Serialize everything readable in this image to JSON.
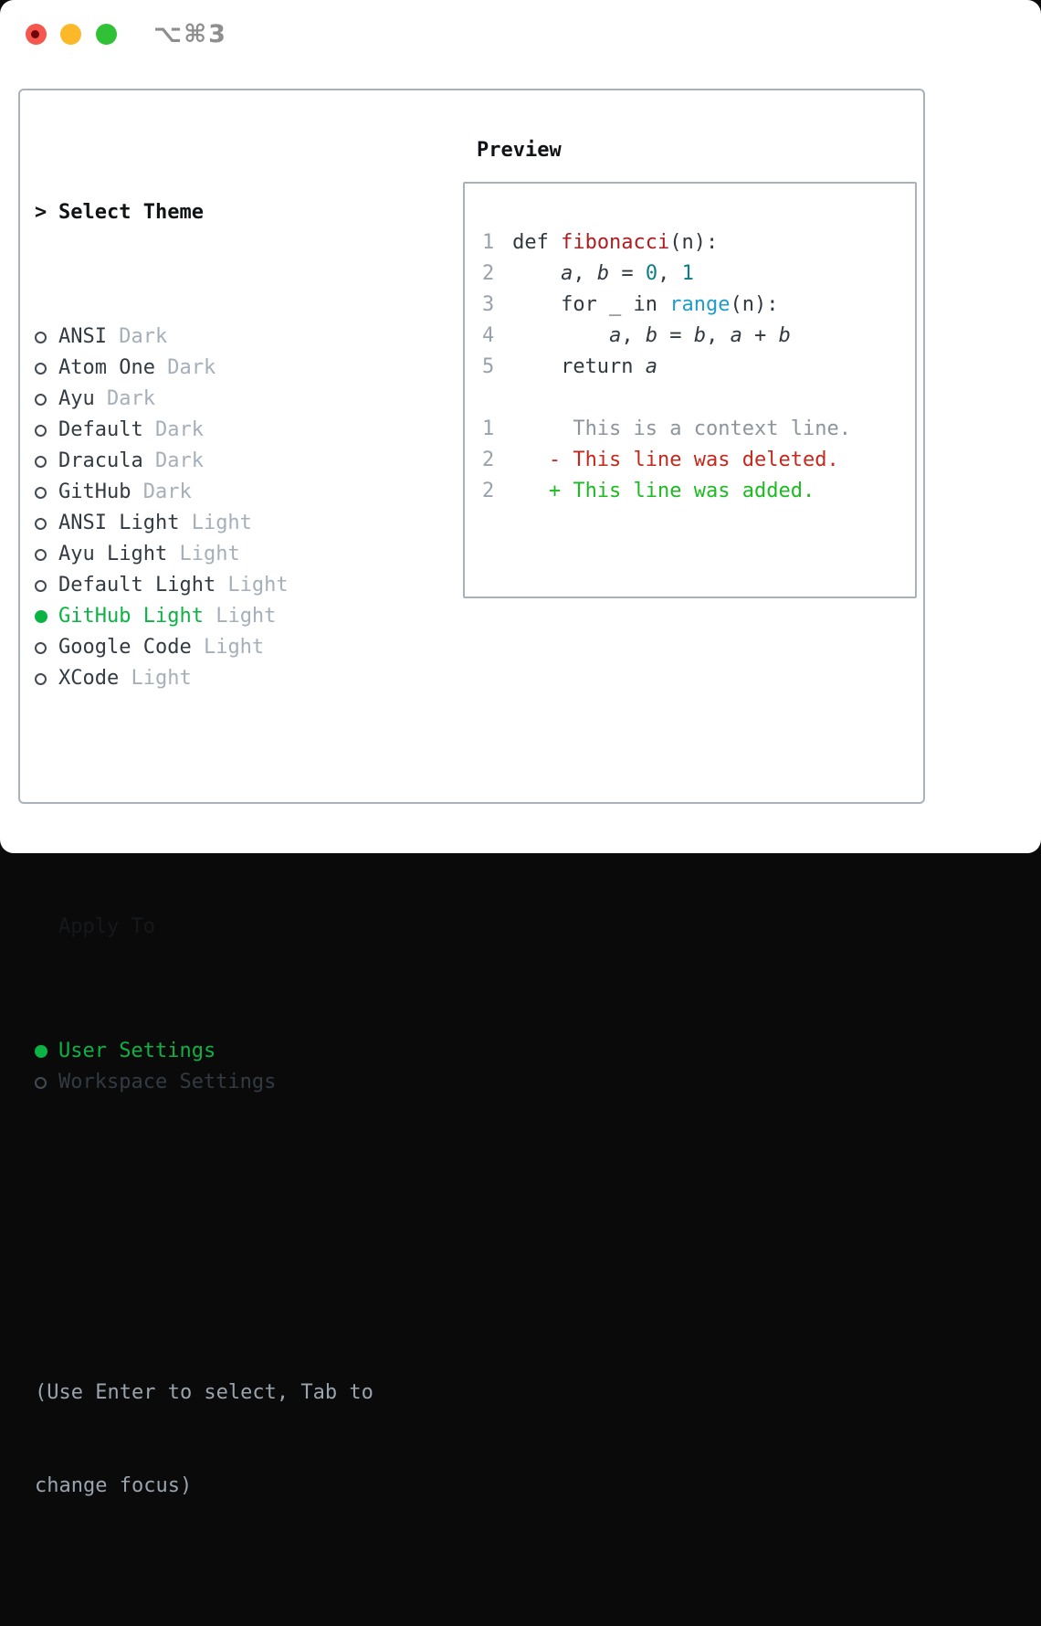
{
  "titlebar": {
    "shortcut": "⌥⌘3"
  },
  "colors": {
    "accent_green": "#0db244",
    "diff_added_green": "#1cbb20",
    "diff_deleted_red": "#c5281c",
    "function_red": "#ae1d20",
    "number_teal": "#0c7d87",
    "builtin_blue": "#1f9bcd",
    "muted_gray": "#a6afb9",
    "border_gray": "#a9b1ba",
    "traffic_red": "#f4574d",
    "traffic_yellow": "#fbb829",
    "traffic_green": "#30c136"
  },
  "theme_list": {
    "prompt": ">",
    "header": "Select Theme",
    "items": [
      {
        "name": "ANSI",
        "variant": "Dark",
        "selected": false
      },
      {
        "name": "Atom One",
        "variant": "Dark",
        "selected": false
      },
      {
        "name": "Ayu",
        "variant": "Dark",
        "selected": false
      },
      {
        "name": "Default",
        "variant": "Dark",
        "selected": false
      },
      {
        "name": "Dracula",
        "variant": "Dark",
        "selected": false
      },
      {
        "name": "GitHub",
        "variant": "Dark",
        "selected": false
      },
      {
        "name": "ANSI Light",
        "variant": "Light",
        "selected": false
      },
      {
        "name": "Ayu Light",
        "variant": "Light",
        "selected": false
      },
      {
        "name": "Default Light",
        "variant": "Light",
        "selected": false
      },
      {
        "name": "GitHub Light",
        "variant": "Light",
        "selected": true
      },
      {
        "name": "Google Code",
        "variant": "Light",
        "selected": false
      },
      {
        "name": "XCode",
        "variant": "Light",
        "selected": false
      }
    ]
  },
  "apply_to": {
    "header": "Apply To",
    "items": [
      {
        "name": "User Settings",
        "selected": true
      },
      {
        "name": "Workspace Settings",
        "selected": false
      }
    ]
  },
  "footer_hint": [
    "(Use Enter to select, Tab to",
    "change focus)"
  ],
  "preview": {
    "header": "Preview",
    "code_lines": [
      {
        "num": "1",
        "segments": [
          {
            "text": "def ",
            "style": "code"
          },
          {
            "text": "fibonacci",
            "style": "func"
          },
          {
            "text": "(n):",
            "style": "code"
          }
        ]
      },
      {
        "num": "2",
        "segments": [
          {
            "text": "    ",
            "style": "code"
          },
          {
            "text": "a",
            "style": "var"
          },
          {
            "text": ", ",
            "style": "code"
          },
          {
            "text": "b",
            "style": "var"
          },
          {
            "text": " = ",
            "style": "code"
          },
          {
            "text": "0",
            "style": "num"
          },
          {
            "text": ", ",
            "style": "code"
          },
          {
            "text": "1",
            "style": "num"
          }
        ]
      },
      {
        "num": "3",
        "segments": [
          {
            "text": "    for _ in ",
            "style": "code"
          },
          {
            "text": "range",
            "style": "builtin"
          },
          {
            "text": "(n):",
            "style": "code"
          }
        ]
      },
      {
        "num": "4",
        "segments": [
          {
            "text": "        ",
            "style": "code"
          },
          {
            "text": "a",
            "style": "var"
          },
          {
            "text": ", ",
            "style": "code"
          },
          {
            "text": "b",
            "style": "var"
          },
          {
            "text": " = ",
            "style": "code"
          },
          {
            "text": "b",
            "style": "var"
          },
          {
            "text": ", ",
            "style": "code"
          },
          {
            "text": "a",
            "style": "var"
          },
          {
            "text": " + ",
            "style": "code"
          },
          {
            "text": "b",
            "style": "var"
          }
        ]
      },
      {
        "num": "5",
        "segments": [
          {
            "text": "    return ",
            "style": "code"
          },
          {
            "text": "a",
            "style": "var"
          }
        ]
      },
      {
        "num": "",
        "segments": []
      },
      {
        "num": "1",
        "segments": [
          {
            "text": "     This is a context line.",
            "style": "context"
          }
        ]
      },
      {
        "num": "2",
        "segments": [
          {
            "text": "   - This line was deleted.",
            "style": "deleted"
          }
        ]
      },
      {
        "num": "2",
        "segments": [
          {
            "text": "   + This line was added.",
            "style": "added"
          }
        ]
      }
    ]
  }
}
